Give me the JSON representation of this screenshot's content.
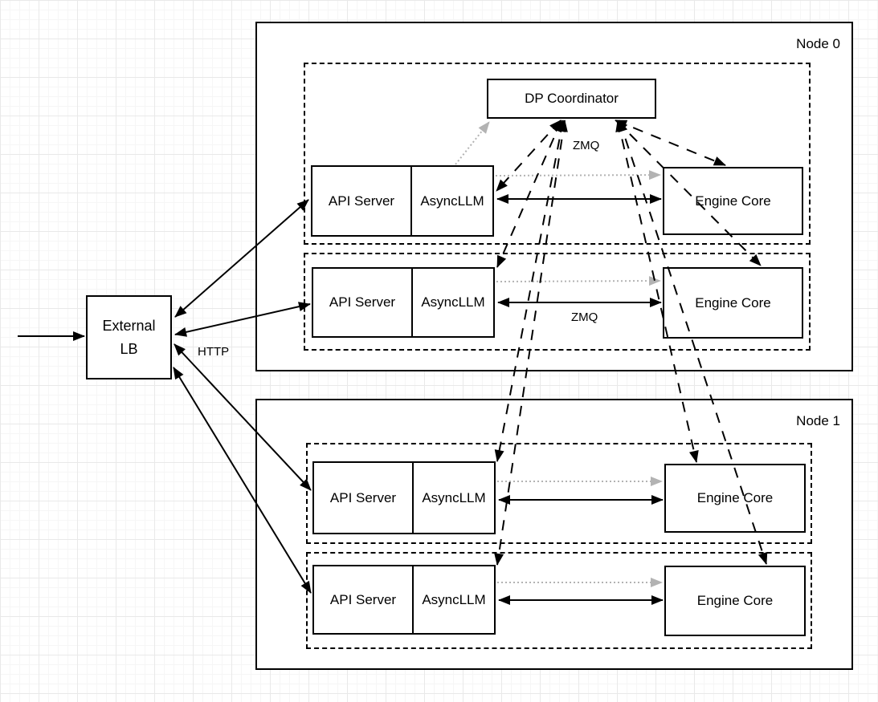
{
  "diagram": {
    "external_lb": {
      "line1": "External",
      "line2": "LB"
    },
    "edge_labels": {
      "http": "HTTP",
      "zmq_coordinator": "ZMQ",
      "zmq_engine": "ZMQ"
    },
    "nodes": [
      {
        "label": "Node 0",
        "coordinator_label": "DP Coordinator",
        "rows": [
          {
            "api_server": "API Server",
            "async_llm": "AsyncLLM",
            "engine_core": "Engine Core"
          },
          {
            "api_server": "API Server",
            "async_llm": "AsyncLLM",
            "engine_core": "Engine Core"
          }
        ]
      },
      {
        "label": "Node 1",
        "rows": [
          {
            "api_server": "API Server",
            "async_llm": "AsyncLLM",
            "engine_core": "Engine Core"
          },
          {
            "api_server": "API Server",
            "async_llm": "AsyncLLM",
            "engine_core": "Engine Core"
          }
        ]
      }
    ],
    "colors": {
      "stroke": "#000000",
      "dotted_gray": "#b3b3b3",
      "box_fill": "#ffffff"
    }
  }
}
